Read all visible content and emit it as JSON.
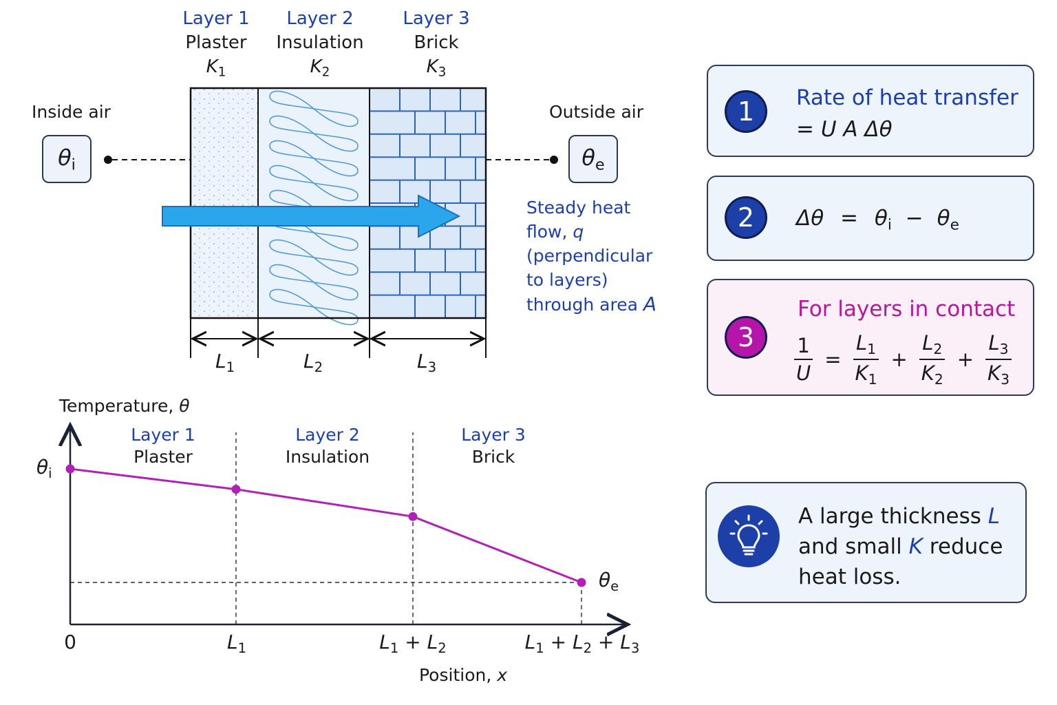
{
  "layers": [
    {
      "title": "Layer 1",
      "material": "Plaster",
      "k_sym": "K",
      "k_sub": "1",
      "l_sym": "L",
      "l_sub": "1"
    },
    {
      "title": "Layer 2",
      "material": "Insulation",
      "k_sym": "K",
      "k_sub": "2",
      "l_sym": "L",
      "l_sub": "2"
    },
    {
      "title": "Layer 3",
      "material": "Brick",
      "k_sym": "K",
      "k_sub": "3",
      "l_sym": "L",
      "l_sub": "3"
    }
  ],
  "inside": {
    "label": "Inside air",
    "sym": "θ",
    "sub": "i"
  },
  "outside": {
    "label": "Outside air",
    "sym": "θ",
    "sub": "e"
  },
  "flow_note": {
    "l1": "Steady heat",
    "l2a": "flow, ",
    "l2b": "q",
    "l3": "(perpendicular",
    "l4": "to layers)",
    "l5a": "through area ",
    "l5b": "A"
  },
  "cards": [
    {
      "badge": "1",
      "title": "Rate of heat transfer",
      "formula": "= U A Δθ"
    },
    {
      "badge": "2",
      "formula_lhs": "Δθ",
      "eq": "=",
      "t1": "θ",
      "t1_sub": "i",
      "minus": "−",
      "t2": "θ",
      "t2_sub": "e"
    },
    {
      "badge": "3",
      "title": "For layers in contact",
      "one": "1",
      "u": "U",
      "eq": "=",
      "plus": "+"
    }
  ],
  "tip": {
    "icon": "lightbulb-icon",
    "l1a": "A large thickness ",
    "l1b": "L",
    "l2a": "and small ",
    "l2b": "K",
    "l2c": " reduce",
    "l3": "heat loss."
  },
  "chart_data": {
    "type": "line",
    "ylabel_text": "Temperature, ",
    "ylabel_sym": "θ",
    "xlabel_text": "Position, ",
    "xlabel_sym": "x",
    "x_tick_labels": [
      "0",
      "L1",
      "L1 + L2",
      "L1 + L2 + L3"
    ],
    "x_origin_label": "0",
    "y_tick_labels": [
      "θi",
      "θe"
    ],
    "regions": [
      {
        "title": "Layer 1",
        "material": "Plaster"
      },
      {
        "title": "Layer 2",
        "material": "Insulation"
      },
      {
        "title": "Layer 3",
        "material": "Brick"
      }
    ],
    "series": [
      {
        "x": [
          0,
          1,
          2,
          3
        ],
        "y": [
          1.0,
          0.82,
          0.58,
          0.0
        ]
      }
    ],
    "colors": {
      "line": "#b21fb8",
      "axis": "#1a2235"
    }
  },
  "colors": {
    "blue": "#1b3fae",
    "magenta": "#b8179d",
    "arrow": "#2aa6ec"
  }
}
